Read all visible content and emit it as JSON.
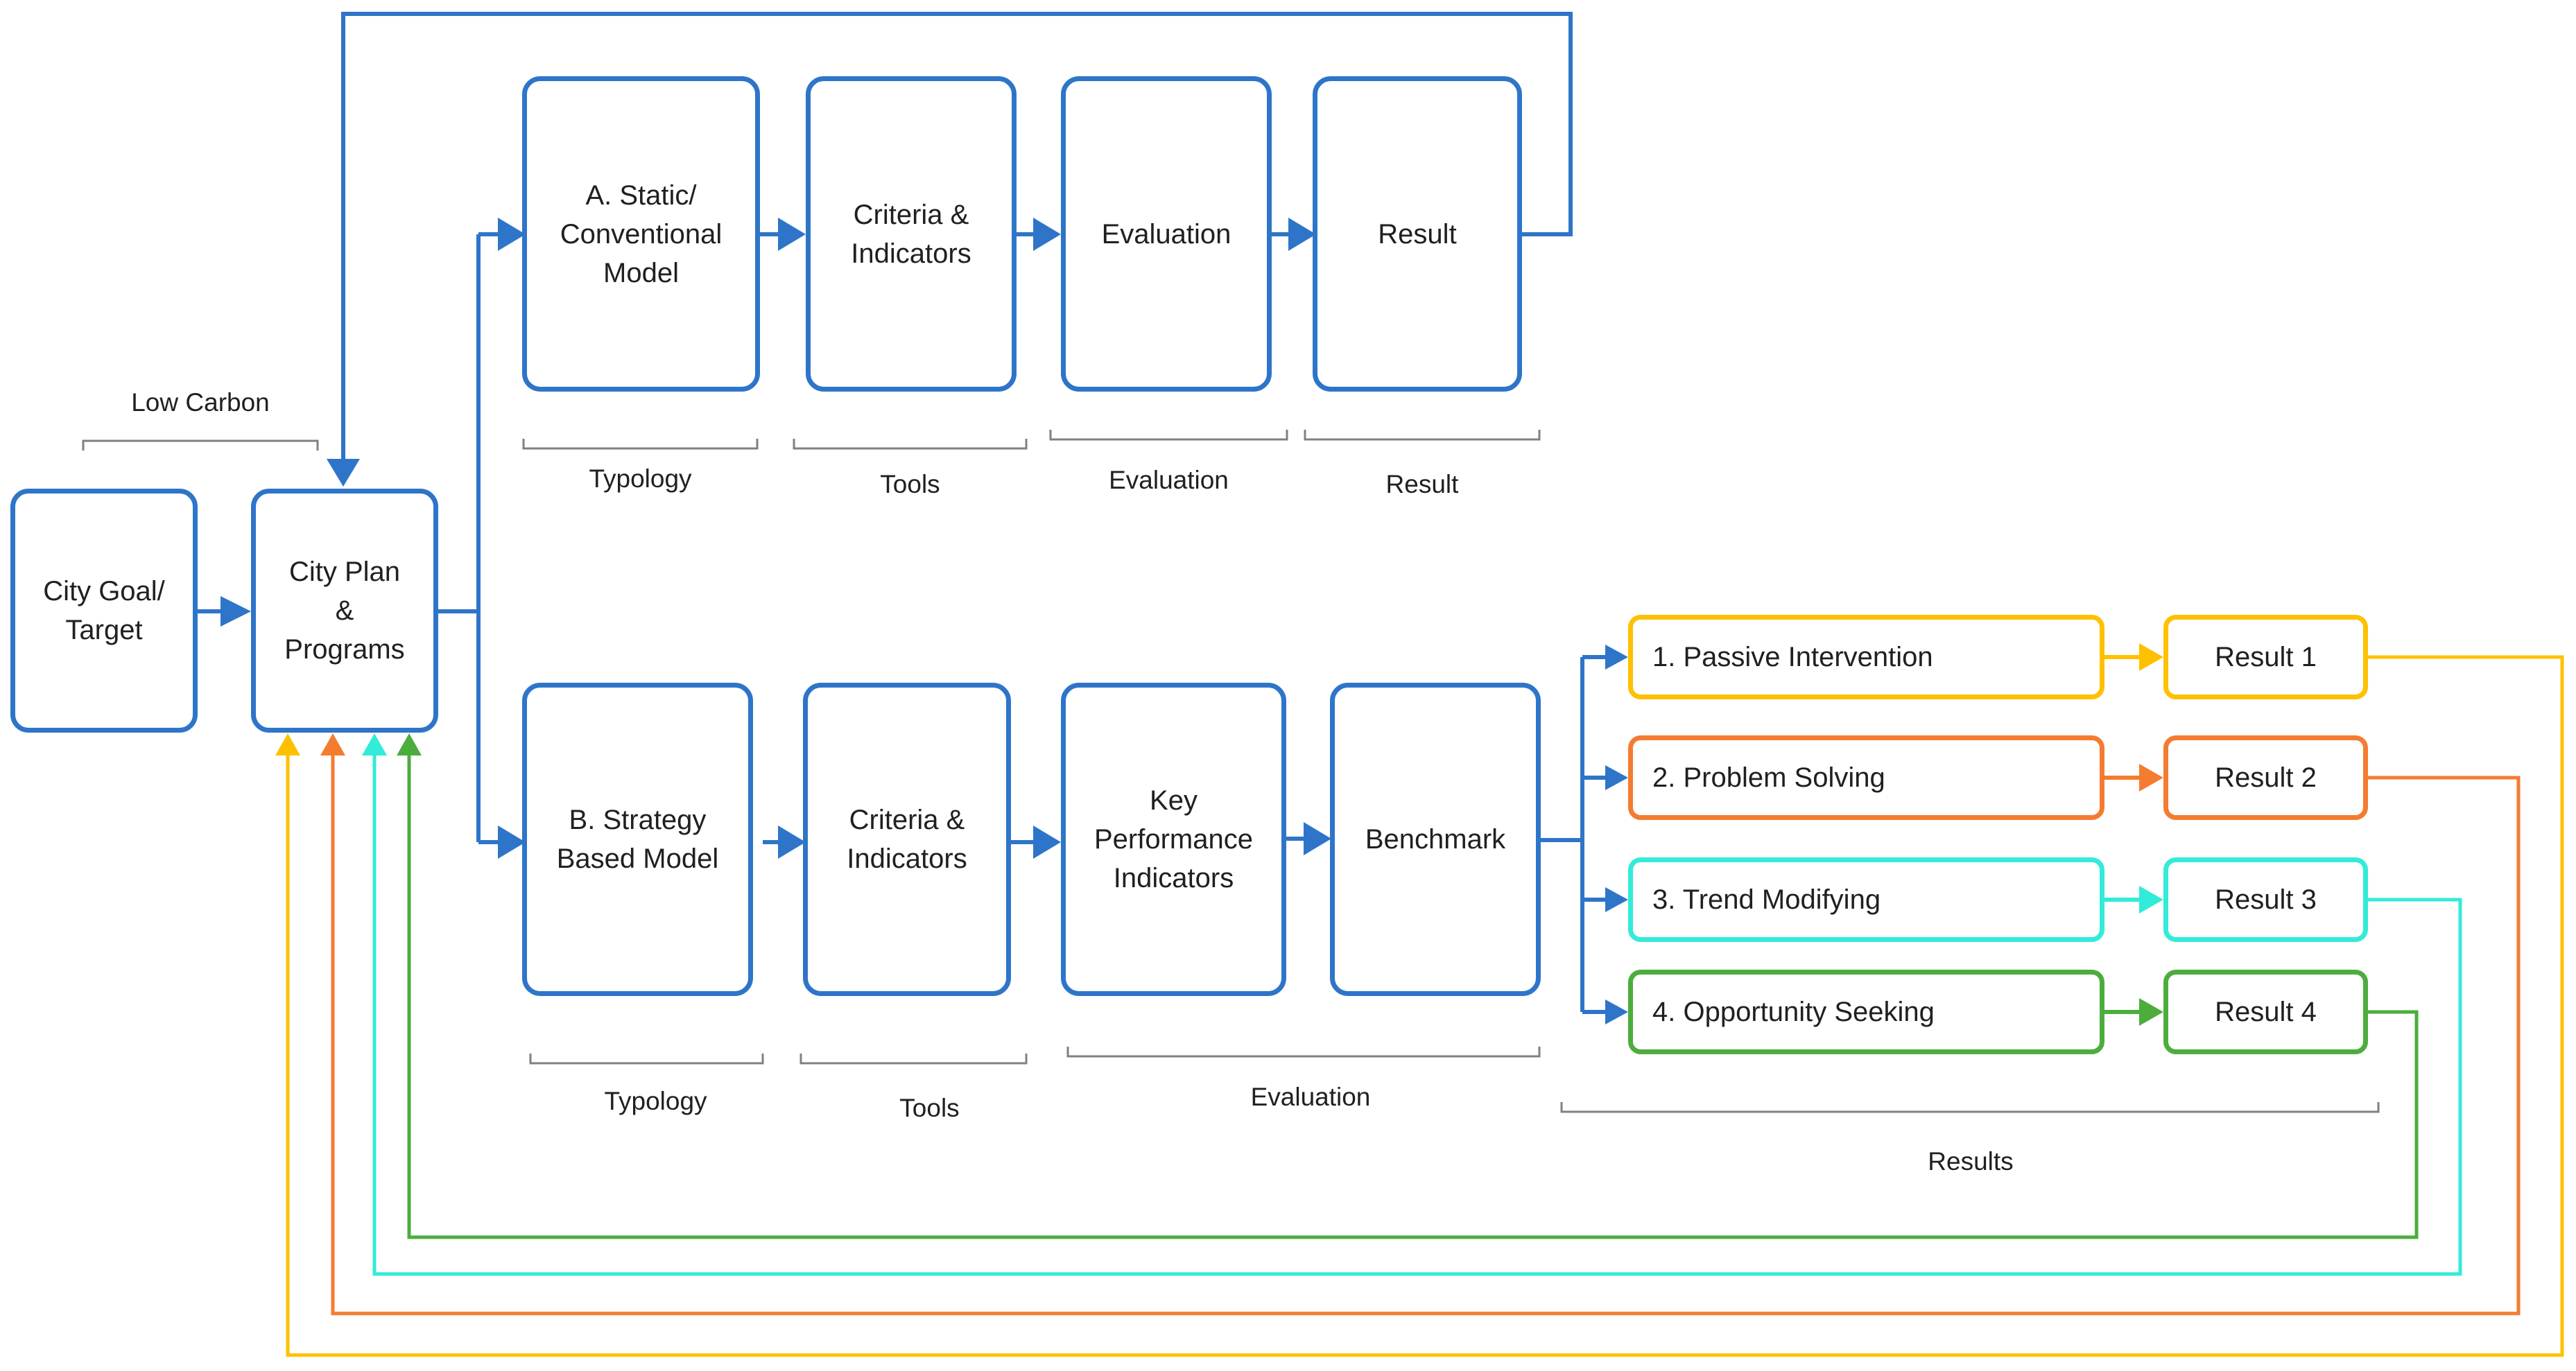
{
  "colors": {
    "blue": "#2e75c9",
    "yellow": "#ffc000",
    "orange": "#f47c30",
    "cyan": "#33ebd9",
    "green": "#4cad3d",
    "bracket": "#808080",
    "text": "#202020"
  },
  "labels": {
    "low_carbon": "Low Carbon",
    "typology_a": "Typology",
    "tools_a": "Tools",
    "evaluation_a": "Evaluation",
    "result_a": "Result",
    "typology_b": "Typology",
    "tools_b": "Tools",
    "evaluation_b": "Evaluation",
    "results_b": "Results"
  },
  "boxes": {
    "city_goal": [
      "City Goal/",
      "Target"
    ],
    "city_plan": [
      "City Plan",
      "&",
      "Programs"
    ],
    "static_model": [
      "A. Static/",
      "Conventional",
      "Model"
    ],
    "criteria_a": [
      "Criteria &",
      "Indicators"
    ],
    "evaluation_a": [
      "Evaluation"
    ],
    "result_a": [
      "Result"
    ],
    "strategy_model": [
      "B. Strategy",
      "Based Model"
    ],
    "criteria_b": [
      "Criteria &",
      "Indicators"
    ],
    "kpi": [
      "Key",
      "Performance",
      "Indicators"
    ],
    "benchmark": [
      "Benchmark"
    ]
  },
  "results": [
    {
      "label": "1. Passive Intervention",
      "result": "Result 1",
      "color": "#ffc000"
    },
    {
      "label": "2. Problem Solving",
      "result": "Result 2",
      "color": "#f47c30"
    },
    {
      "label": "3. Trend Modifying",
      "result": "Result 3",
      "color": "#33ebd9"
    },
    {
      "label": "4. Opportunity Seeking",
      "result": "Result 4",
      "color": "#4cad3d"
    }
  ]
}
